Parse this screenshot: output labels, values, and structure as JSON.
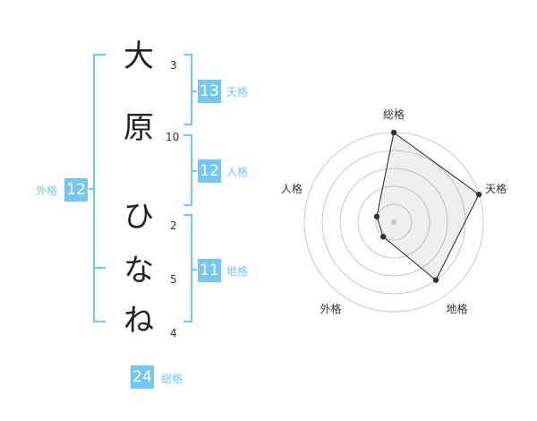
{
  "name": {
    "chars": [
      {
        "char": "大",
        "strokes": "3"
      },
      {
        "char": "原",
        "strokes": "10"
      },
      {
        "char": "ひ",
        "strokes": "2"
      },
      {
        "char": "な",
        "strokes": "5"
      },
      {
        "char": "ね",
        "strokes": "4"
      }
    ]
  },
  "kakusu": {
    "tenkaku": {
      "value": "13",
      "label": "天格"
    },
    "jinkaku": {
      "value": "12",
      "label": "人格"
    },
    "chikaku": {
      "value": "11",
      "label": "地格"
    },
    "gaikaku": {
      "value": "12",
      "label": "外格"
    },
    "soukaku": {
      "value": "24",
      "label": "総格"
    }
  },
  "colors": {
    "accent": "#74c7ee",
    "text": "#222222"
  },
  "chart_data": {
    "type": "radar",
    "axes": [
      "総格",
      "天格",
      "地格",
      "外格",
      "人格"
    ],
    "series": [
      {
        "values": [
          5,
          5,
          4,
          1,
          1
        ]
      }
    ],
    "rlim": [
      0,
      5
    ],
    "rings": 5
  }
}
